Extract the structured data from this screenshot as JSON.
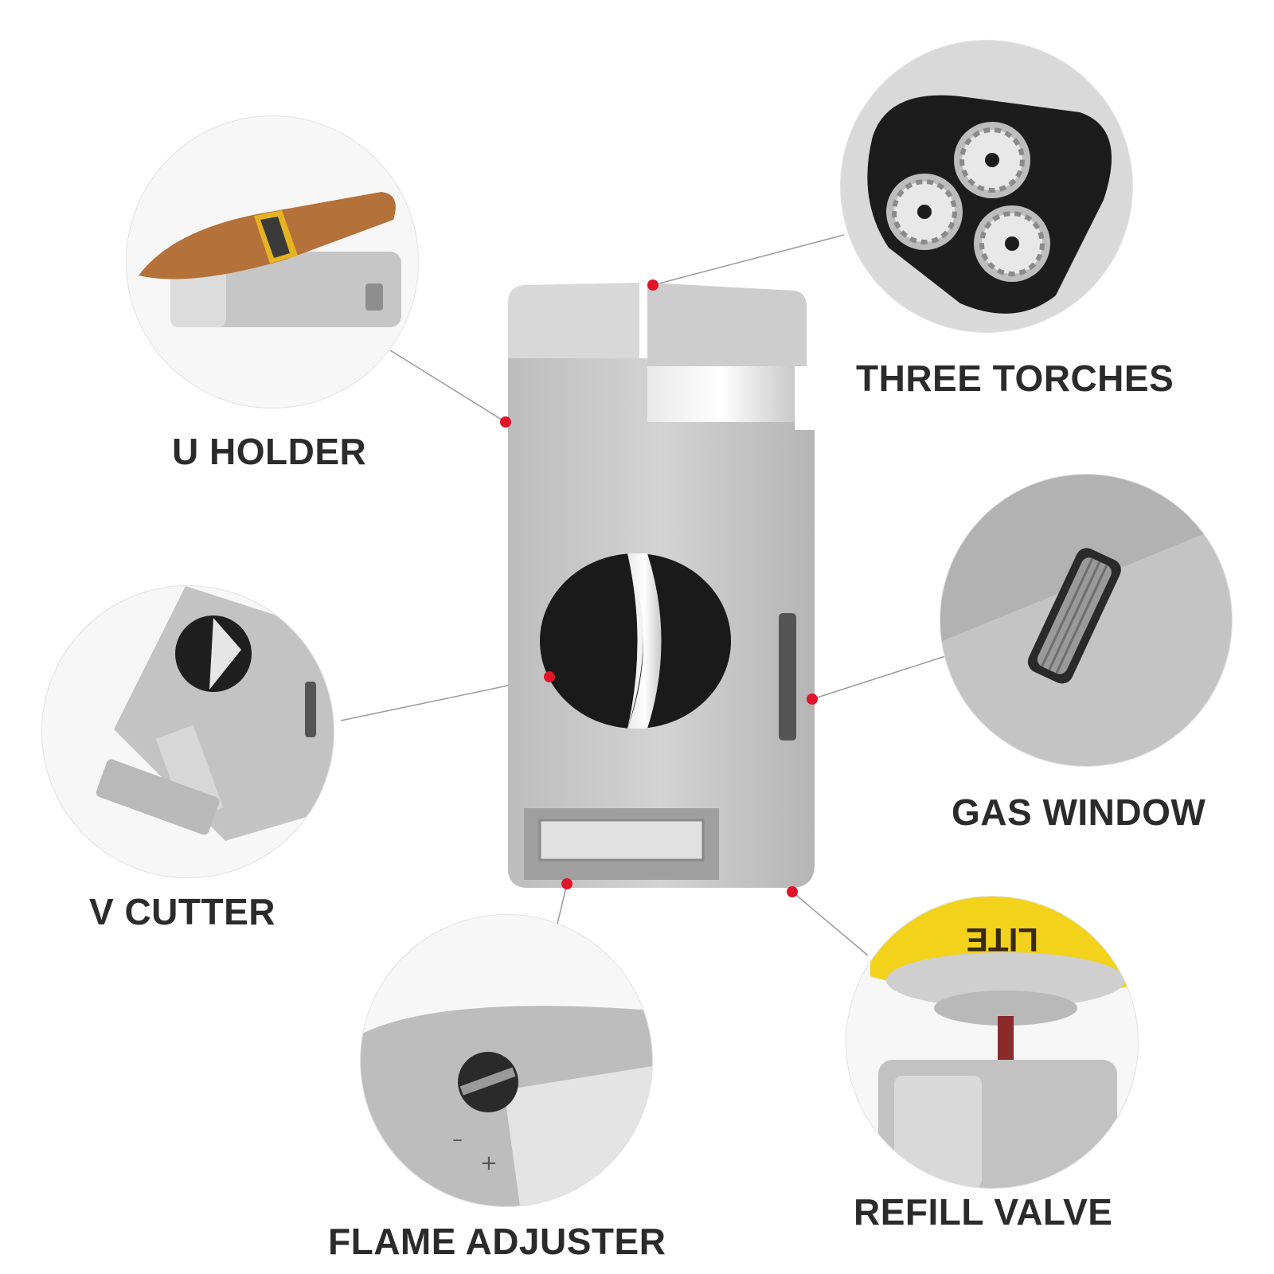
{
  "labels": {
    "u_holder": "U HOLDER",
    "three_torches": "THREE TORCHES",
    "gas_window": "GAS WINDOW",
    "v_cutter": "V CUTTER",
    "flame_adjuster": "FLAME ADJUSTER",
    "refill_valve": "REFILL VALVE"
  },
  "refill_can_brand": "LITE",
  "colors": {
    "accent_dot": "#e0142a",
    "label_text": "#2b2b2b",
    "body_silver": "#c8c8c8",
    "cutter_black": "#1a1a1a",
    "gas_can_yellow": "#f2d21b",
    "cigar_brown": "#b5713a",
    "cigar_band_gold": "#e6b422"
  }
}
